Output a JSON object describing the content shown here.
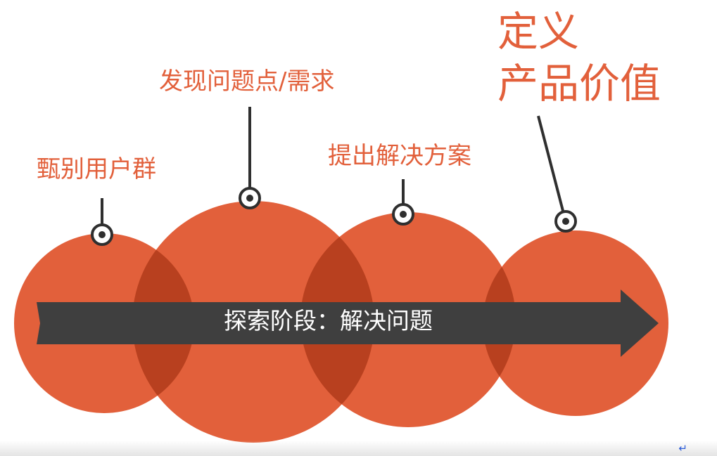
{
  "stages": [
    {
      "id": "segment-users",
      "label": "甄别用户群"
    },
    {
      "id": "find-problem",
      "label": "发现问题点/需求"
    },
    {
      "id": "propose-solution",
      "label": "提出解决方案"
    },
    {
      "id": "define-value",
      "label_line1": "定义",
      "label_line2": "产品价值"
    }
  ],
  "arrow": {
    "label": "探索阶段：解决问题"
  },
  "return_mark": "↵",
  "colors": {
    "accent": "#E2603B",
    "circle": "#E2603B",
    "overlap": "#B8401F",
    "arrow": "#3F3F3F",
    "arrow_text": "#FFFFFF",
    "marker_ring": "#2F2F2F",
    "connector": "#2F2F2F"
  }
}
